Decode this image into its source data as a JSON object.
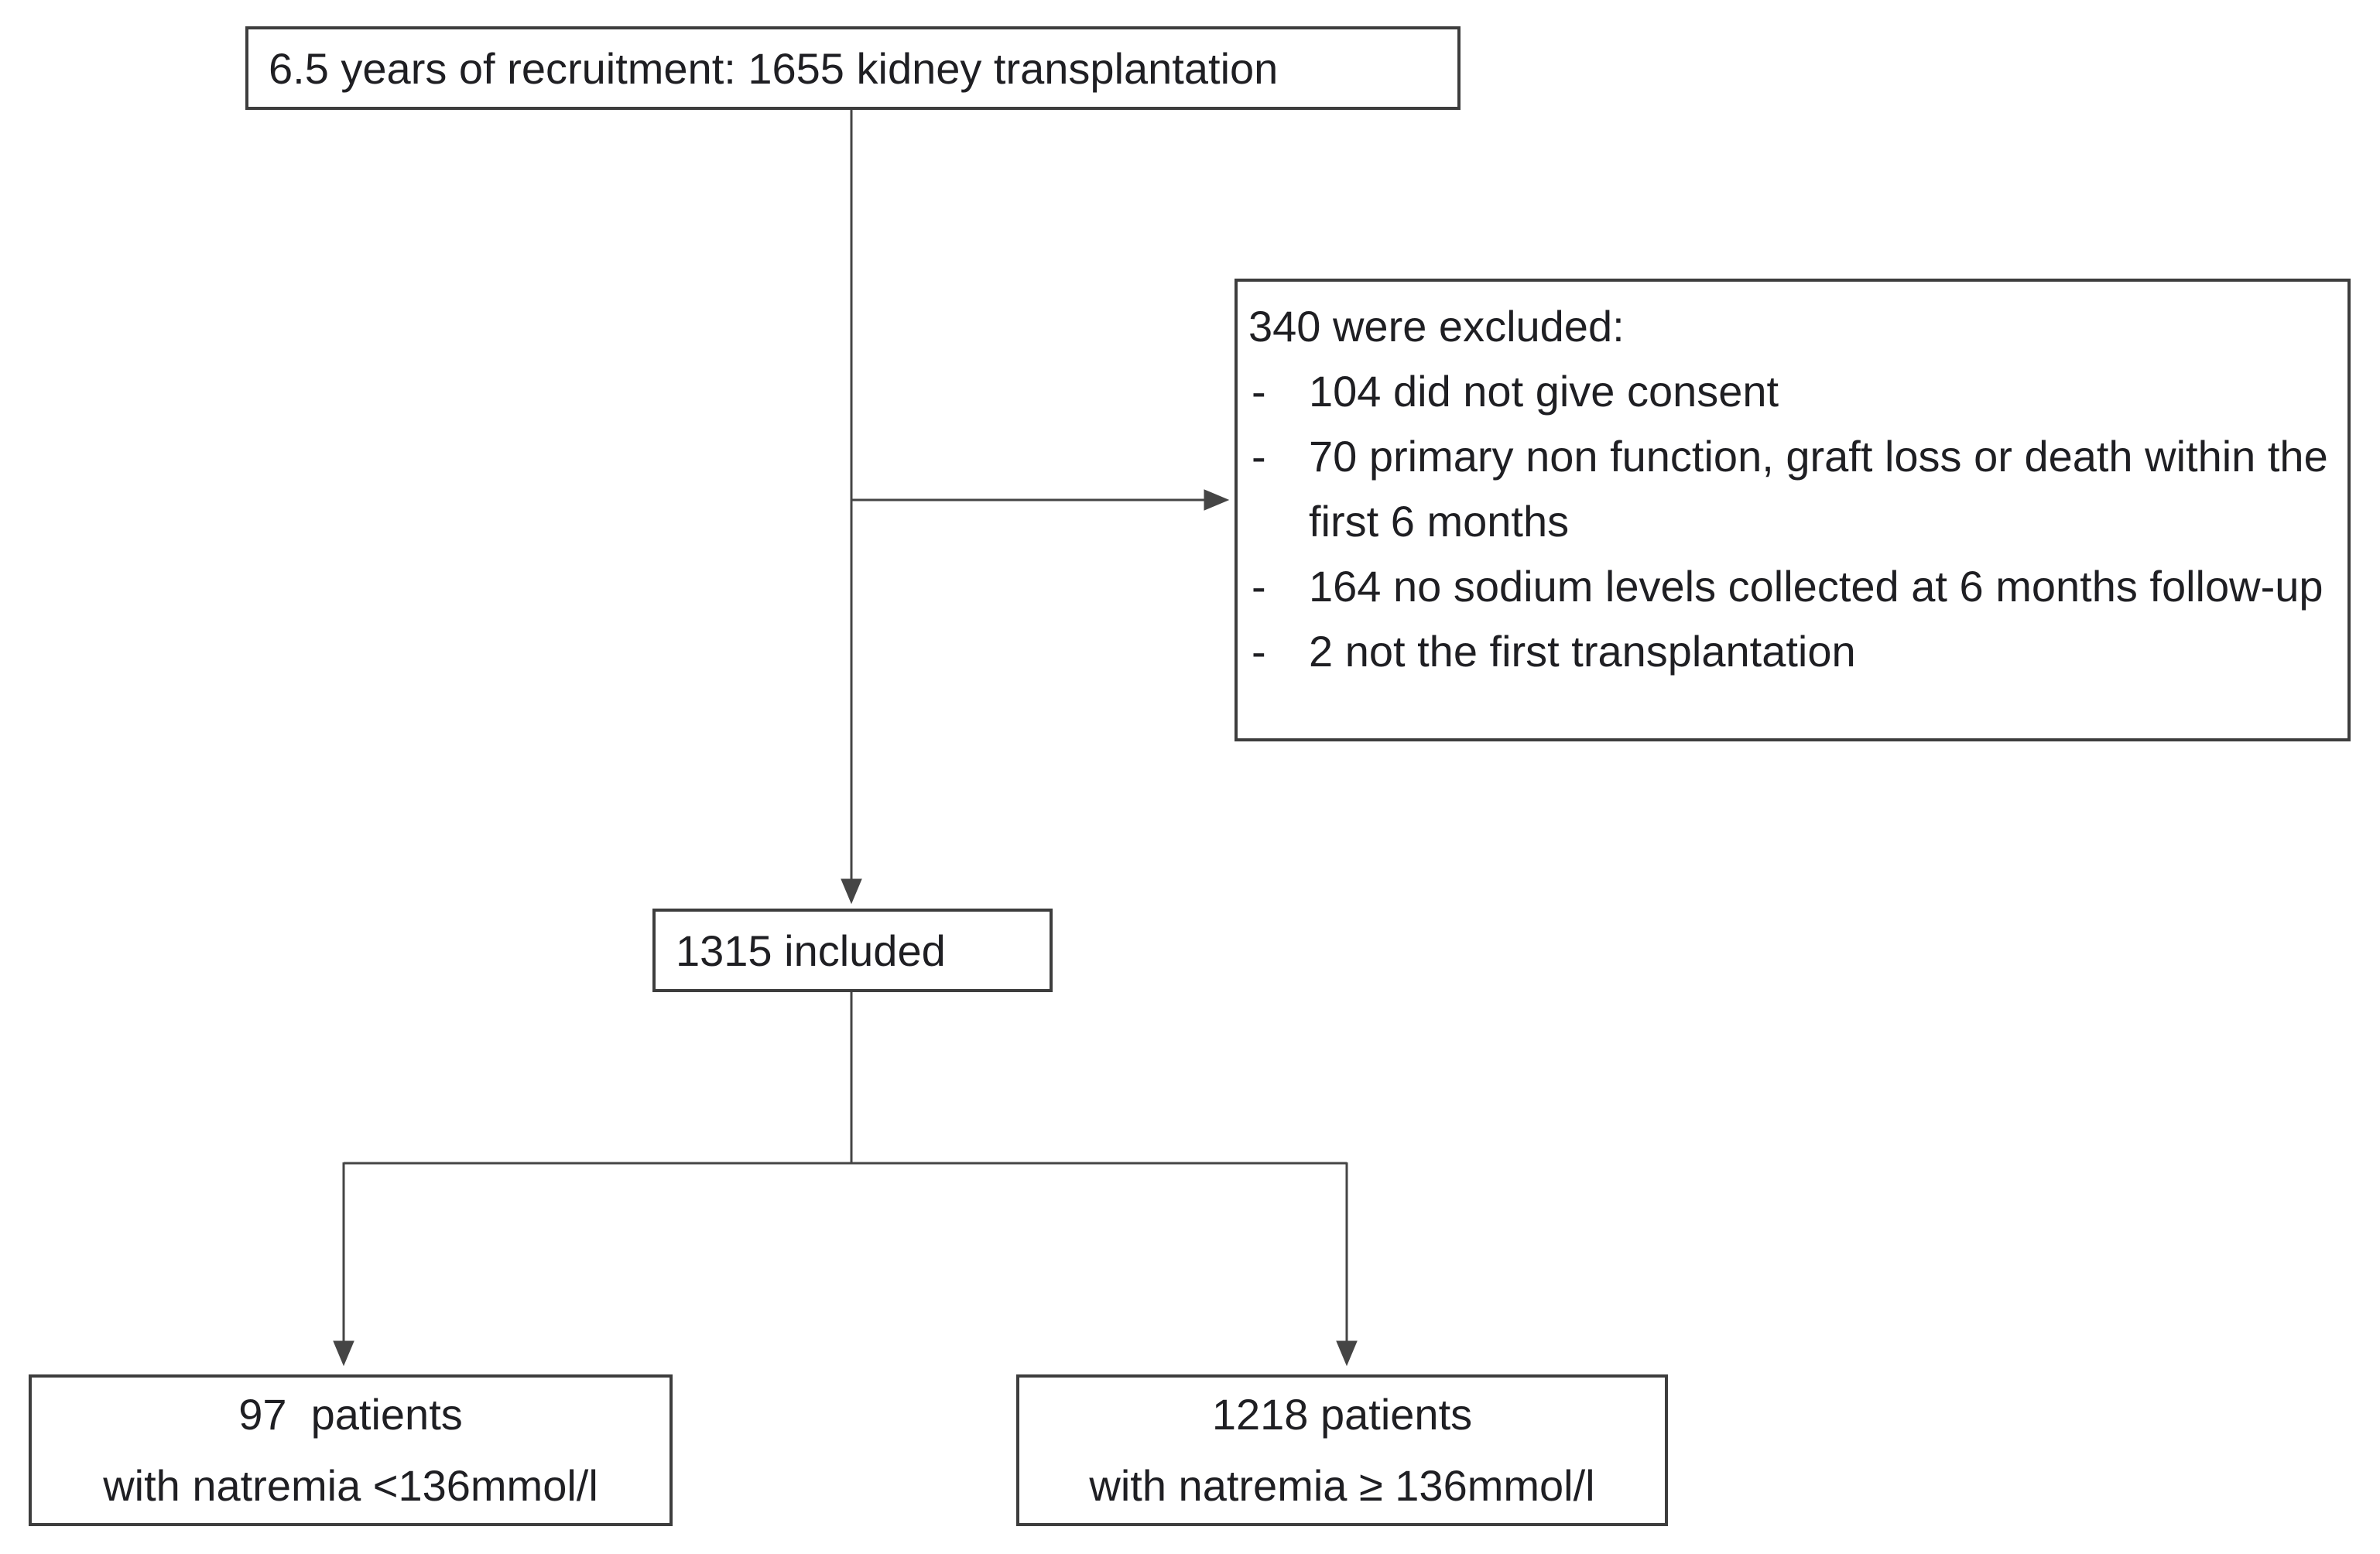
{
  "page": {
    "background_color": "#ffffff"
  },
  "diagram": {
    "type": "patient-flow-chart",
    "colors": {
      "box_border": "#3d3d3d",
      "text": "#1f1f23",
      "connector_line": "#454545",
      "background": "#ffffff"
    },
    "recruitment_box": {
      "text": "6.5 years of recruitment: 1655 kidney transplantation"
    },
    "exclusion_box": {
      "title": "340 were excluded:",
      "bullet": "-",
      "items": [
        "104 did not give consent",
        "70 primary non function, graft loss or death within the first 6 months",
        "164 no sodium levels collected at 6 months follow-up",
        "2 not the first transplantation"
      ]
    },
    "included_box": {
      "text": "1315 included"
    },
    "hyponatremia_box": {
      "line1": "97  patients",
      "line2": "with natremia <136mmol/l"
    },
    "normonatremia_box": {
      "line1": "1218 patients",
      "line2": "with natremia ≥ 136mmol/l"
    }
  }
}
